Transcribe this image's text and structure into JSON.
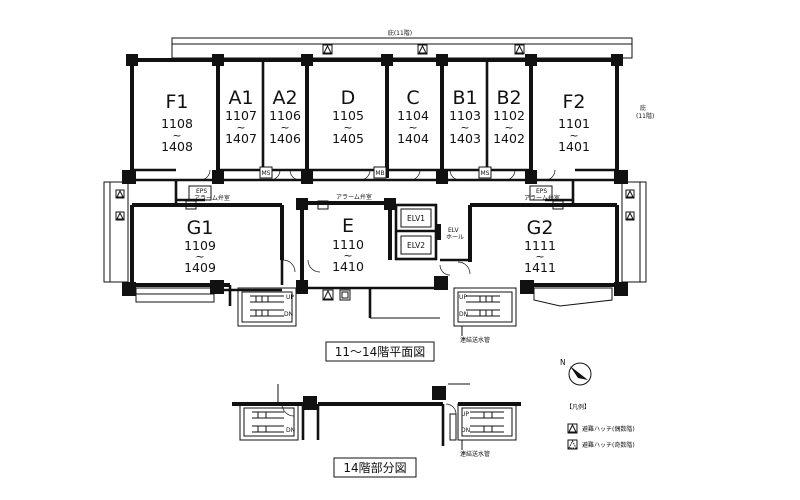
{
  "units": [
    {
      "id": "F1",
      "range_from": "1108",
      "tilde": "~",
      "range_to": "1408"
    },
    {
      "id": "A1",
      "range_from": "1107",
      "tilde": "~",
      "range_to": "1407"
    },
    {
      "id": "A2",
      "range_from": "1106",
      "tilde": "~",
      "range_to": "1406"
    },
    {
      "id": "D",
      "range_from": "1105",
      "tilde": "~",
      "range_to": "1405"
    },
    {
      "id": "C",
      "range_from": "1104",
      "tilde": "~",
      "range_to": "1404"
    },
    {
      "id": "B1",
      "range_from": "1103",
      "tilde": "~",
      "range_to": "1403"
    },
    {
      "id": "B2",
      "range_from": "1102",
      "tilde": "~",
      "range_to": "1402"
    },
    {
      "id": "F2",
      "range_from": "1101",
      "tilde": "~",
      "range_to": "1401"
    },
    {
      "id": "G1",
      "range_from": "1109",
      "tilde": "~",
      "range_to": "1409"
    },
    {
      "id": "E",
      "range_from": "1110",
      "tilde": "~",
      "range_to": "1410"
    },
    {
      "id": "G2",
      "range_from": "1111",
      "tilde": "~",
      "range_to": "1411"
    }
  ],
  "labels": {
    "roof_top": "庇(11階)",
    "roof_right_1": "庇",
    "roof_right_2": "(11階)",
    "ms": "MS",
    "mb": "MB",
    "eps": "EPS",
    "alarm_valve": "アラーム弁室",
    "elv1": "ELV1",
    "elv2": "ELV2",
    "elv_hall_1": "ELV",
    "elv_hall_2": "ホール",
    "up": "UP",
    "dn": "DN",
    "standpipe": "連結送水管",
    "north": "N"
  },
  "captions": {
    "plan_11_14": "11〜14階平面図",
    "plan_14_partial": "14階部分図"
  },
  "legend": {
    "title": "【凡例】",
    "items": [
      {
        "label": "避難ハッチ(偶数階)"
      },
      {
        "label": "避難ハッチ(奇数階)"
      }
    ]
  }
}
